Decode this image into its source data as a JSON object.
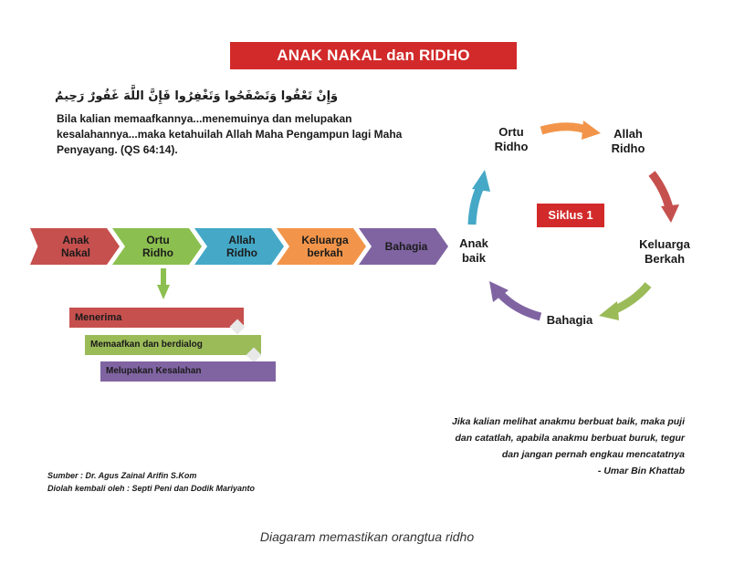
{
  "title": "ANAK NAKAL dan RIDHO ORANGTUA",
  "verse": {
    "arabic": "وَإِنْ تَعْفُوا وَتَصْفَحُوا وَتَغْفِرُوا فَإِنَّ اللَّهَ غَفُورٌ رَحِيمٌ",
    "translation": "Bila kalian memaafkannya...menemuinya dan melupakan kesalahannya...maka ketahuilah Allah Maha Pengampun lagi Maha Penyayang. (QS 64:14)."
  },
  "flow": [
    {
      "line1": "Anak",
      "line2": "Nakal",
      "color": "#c6504e"
    },
    {
      "line1": "Ortu",
      "line2": "Ridho",
      "color": "#8bbf4f"
    },
    {
      "line1": "Allah",
      "line2": "Ridho",
      "color": "#45a8c7"
    },
    {
      "line1": "Keluarga",
      "line2": "berkah",
      "color": "#f2954a"
    },
    {
      "line1": "Bahagia",
      "line2": "",
      "color": "#8064a2"
    }
  ],
  "steps": [
    {
      "label": "Menerima",
      "color": "#c6504e"
    },
    {
      "label": "Memaafkan dan berdialog",
      "color": "#9bbb59"
    },
    {
      "label": "Melupakan Kesalahan",
      "color": "#8064a2"
    }
  ],
  "cycle": {
    "center": "Siklus 1",
    "nodes": {
      "ortu": {
        "line1": "Ortu",
        "line2": "Ridho"
      },
      "allah": {
        "line1": "Allah",
        "line2": "Ridho"
      },
      "keluarga": {
        "line1": "Keluarga",
        "line2": "Berkah"
      },
      "bahagia": {
        "line1": "Bahagia",
        "line2": ""
      },
      "anak": {
        "line1": "Anak",
        "line2": "baik"
      }
    },
    "arrow_colors": {
      "top": "#f2954a",
      "right": "#c6504e",
      "bottom_right": "#9bbb59",
      "bottom_left": "#8064a2",
      "left": "#45a8c7"
    }
  },
  "source": {
    "line1": "Sumber : Dr. Agus Zainal Arifin S.Kom",
    "line2": "Diolah kembali oleh : Septi Peni dan Dodik Mariyanto"
  },
  "quote": {
    "line1": "Jika kalian melihat anakmu berbuat baik, maka puji",
    "line2": "dan catatlah, apabila anakmu berbuat buruk, tegur",
    "line3": "dan jangan pernah engkau mencatatnya",
    "line4": "- Umar Bin Khattab"
  },
  "caption": "Diagaram memastikan orangtua ridho"
}
